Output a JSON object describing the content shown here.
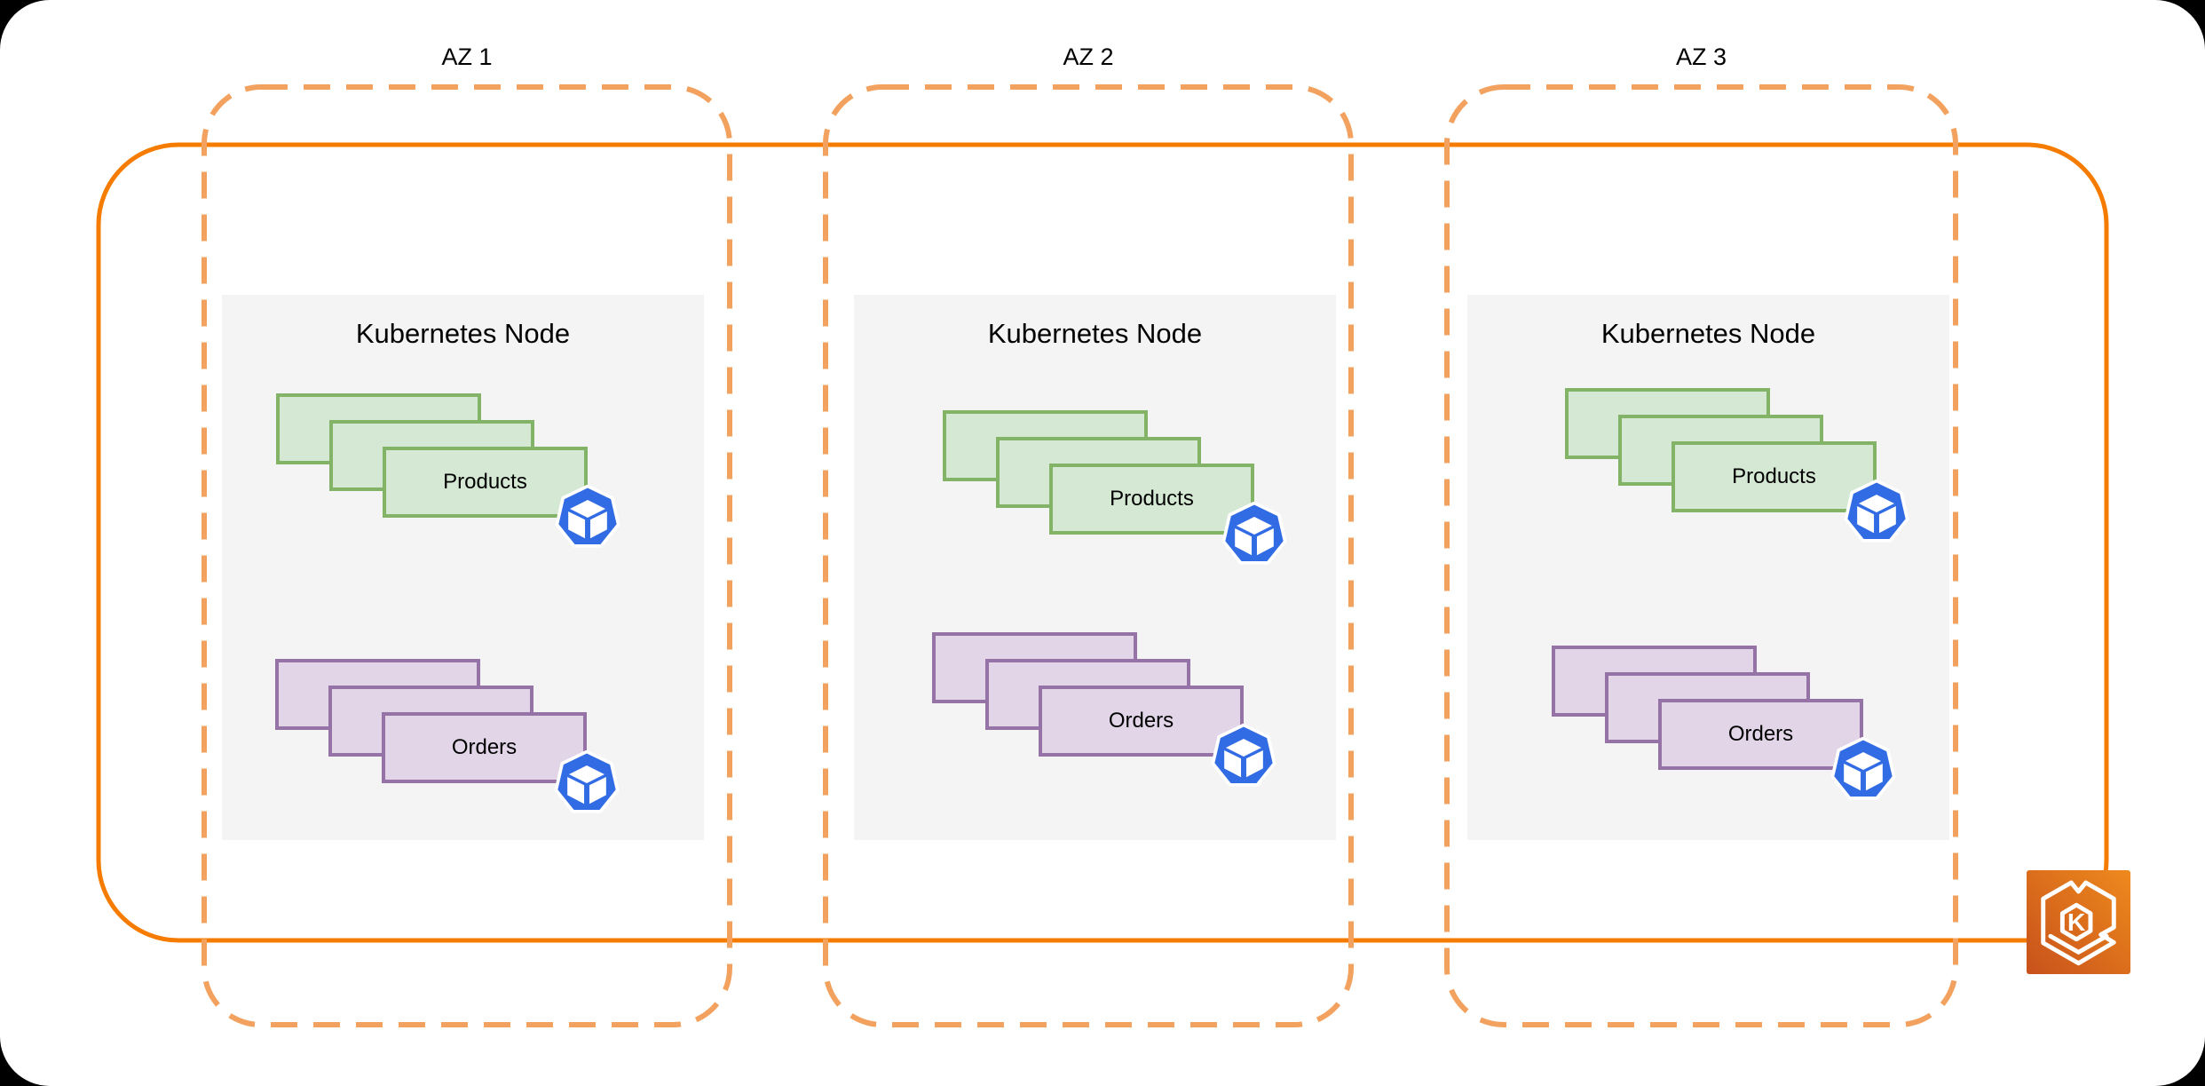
{
  "canvas": {
    "background": "#000000",
    "surface": "#FFFFFF"
  },
  "cluster": {
    "type": "EKS cluster boundary",
    "border_color": "#F57C00",
    "icon": "eks-icon",
    "icon_letter": "K",
    "icon_gradient": [
      "#C8511B",
      "#EE8A1D"
    ]
  },
  "az_style": {
    "border_color": "#F2A25E",
    "border_style": "dashed"
  },
  "pod_icon": {
    "name": "kubernetes-pod-icon",
    "color": "#326CE5"
  },
  "availability_zones": [
    {
      "label": "AZ 1",
      "node": {
        "title": "Kubernetes Node",
        "background": "#F4F4F4",
        "pod_groups": [
          {
            "label": "Products",
            "replicas": 3,
            "fill": "#D5E8D4",
            "border": "#82B366"
          },
          {
            "label": "Orders",
            "replicas": 3,
            "fill": "#E1D5E7",
            "border": "#9673A6"
          }
        ]
      }
    },
    {
      "label": "AZ 2",
      "node": {
        "title": "Kubernetes Node",
        "background": "#F4F4F4",
        "pod_groups": [
          {
            "label": "Products",
            "replicas": 3,
            "fill": "#D5E8D4",
            "border": "#82B366"
          },
          {
            "label": "Orders",
            "replicas": 3,
            "fill": "#E1D5E7",
            "border": "#9673A6"
          }
        ]
      }
    },
    {
      "label": "AZ 3",
      "node": {
        "title": "Kubernetes Node",
        "background": "#F4F4F4",
        "pod_groups": [
          {
            "label": "Products",
            "replicas": 3,
            "fill": "#D5E8D4",
            "border": "#82B366"
          },
          {
            "label": "Orders",
            "replicas": 3,
            "fill": "#E1D5E7",
            "border": "#9673A6"
          }
        ]
      }
    }
  ]
}
